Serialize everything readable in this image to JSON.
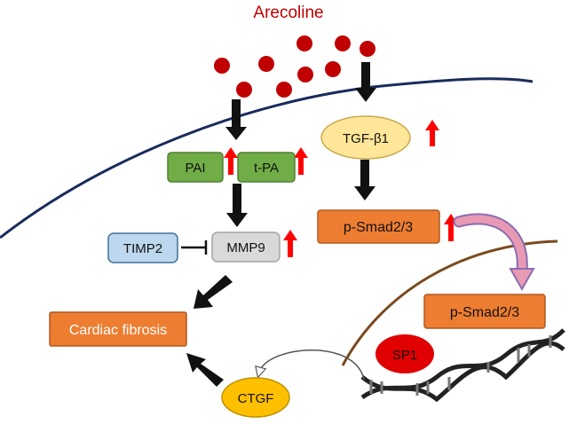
{
  "title": "Arecoline",
  "nodes": {
    "pai": "PAI",
    "tpa": "t-PA",
    "tgf": "TGF-β1",
    "psmad_cyto": "p-Smad2/3",
    "timp2": "TIMP2",
    "mmp9": "MMP9",
    "psmad_nuc": "p-Smad2/3",
    "cardiac_fibrosis": "Cardiac fibrosis",
    "sp1": "SP1",
    "ctgf": "CTGF"
  },
  "colors": {
    "title": "#c00000",
    "particle": "#c00000",
    "membrane": "#1a2b5c",
    "nuclear_membrane": "#7a4a1e",
    "up_arrow": "#ff0000",
    "green_box": "#70ad47",
    "orange_box": "#ed7d31",
    "blue_box": "#bdd7ee",
    "gray_box": "#d9d9d9",
    "yellow_ellipse": "#ffe699",
    "sp1_ellipse": "#e00000",
    "translocation_arrow": "#e89ab4"
  }
}
